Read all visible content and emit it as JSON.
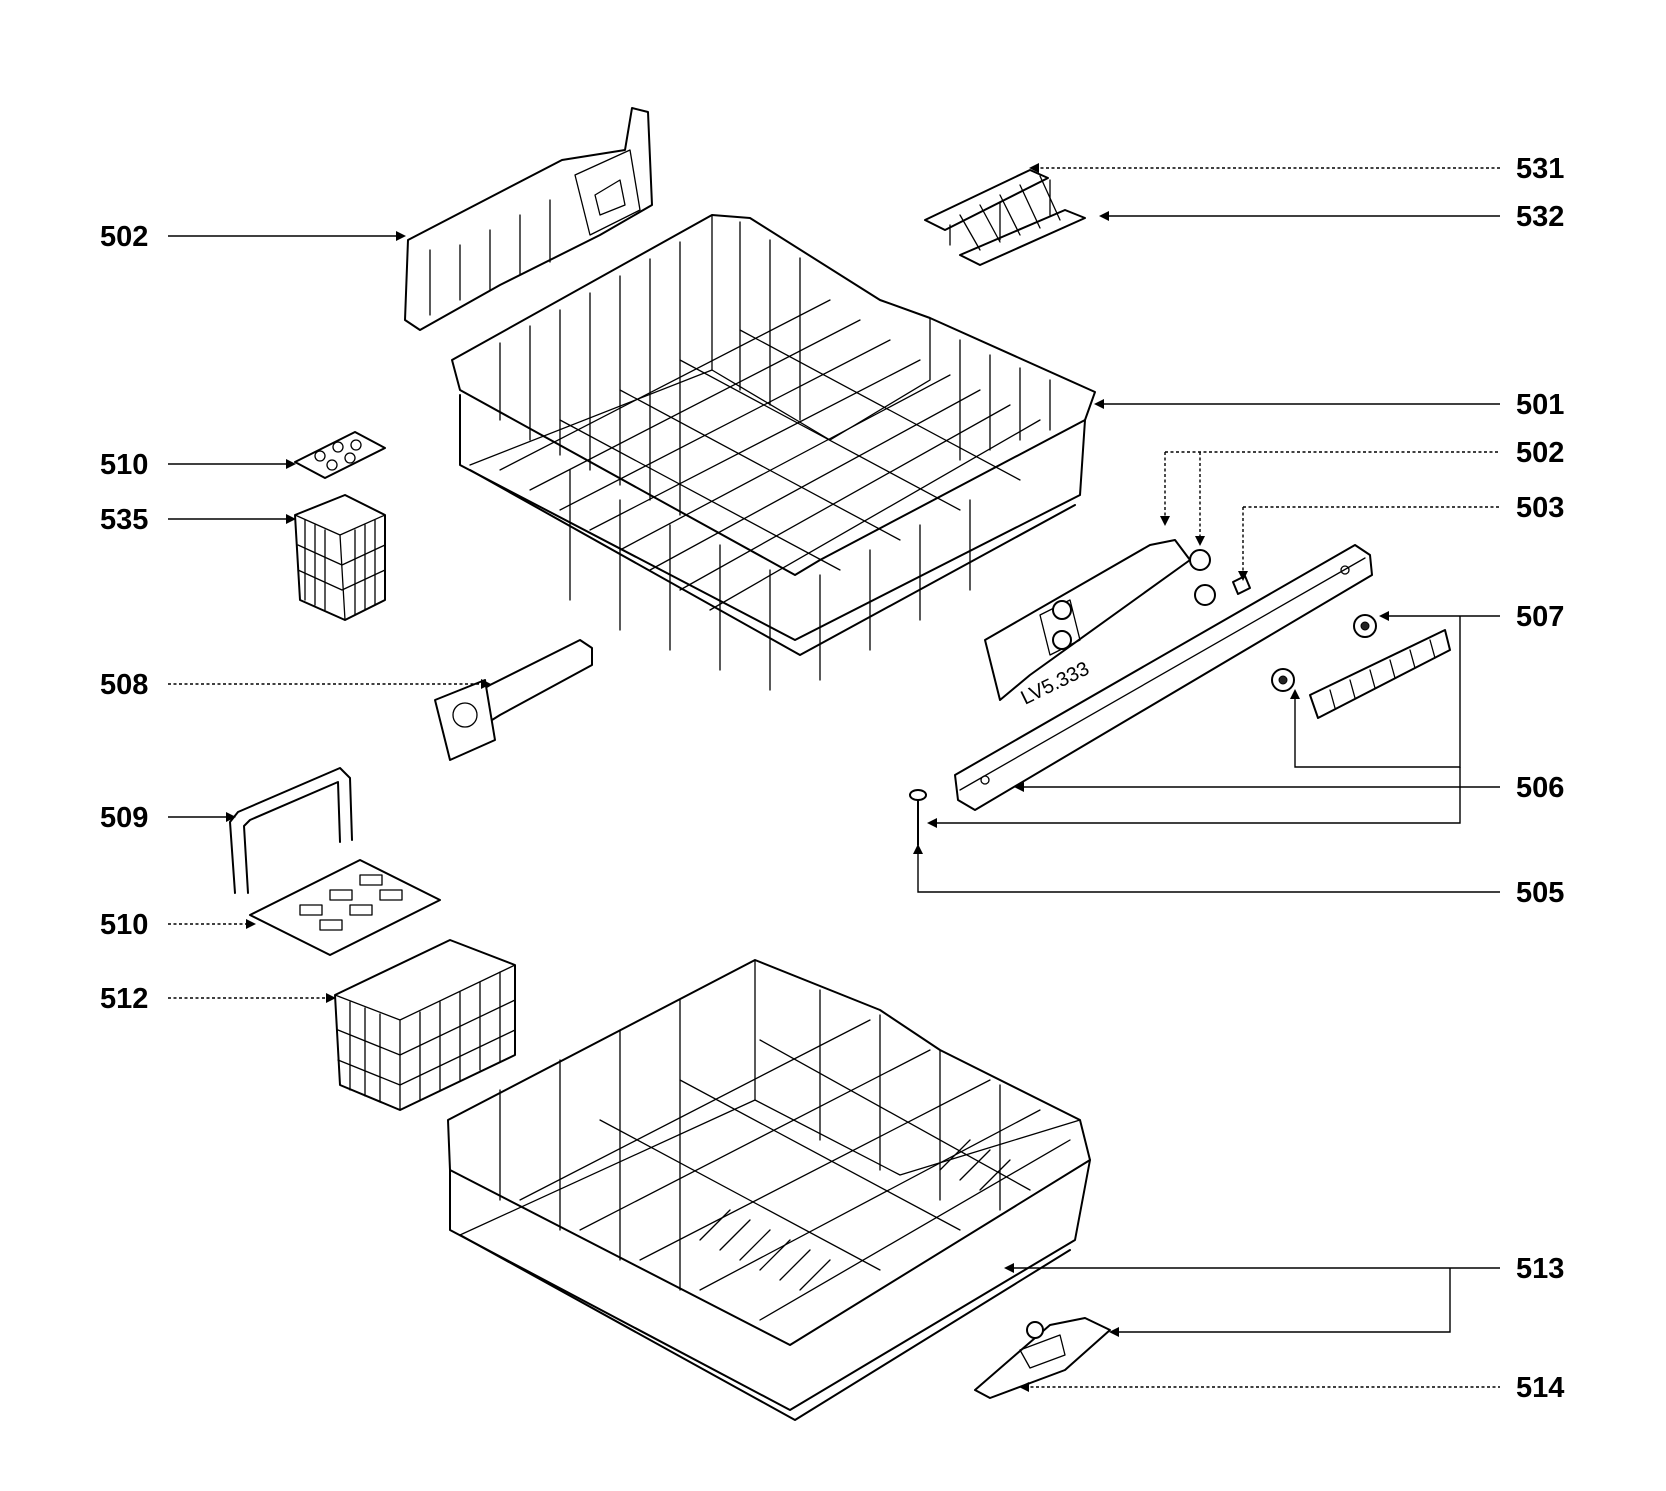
{
  "labels": {
    "l502a": "502",
    "l510a": "510",
    "l535": "535",
    "l508": "508",
    "l509": "509",
    "l510b": "510",
    "l512": "512",
    "l531": "531",
    "l532": "532",
    "l501": "501",
    "l502b": "502",
    "l503": "503",
    "l507": "507",
    "l506": "506",
    "l505": "505",
    "l513": "513",
    "l514": "514"
  },
  "stamp_text": "LV5.333",
  "colors": {
    "line": "#000000",
    "background": "#ffffff"
  }
}
